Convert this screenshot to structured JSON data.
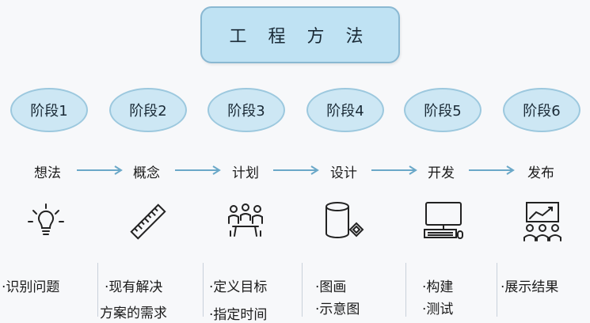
{
  "title": "工 程 方 法",
  "stages": [
    {
      "label": "阶段1",
      "step": "想法",
      "icon": "lightbulb-icon",
      "tasks": [
        "·识别问题"
      ]
    },
    {
      "label": "阶段2",
      "step": "概念",
      "icon": "ruler-icon",
      "tasks": [
        "·现有解决",
        "方案的需求"
      ]
    },
    {
      "label": "阶段3",
      "step": "计划",
      "icon": "team-meeting-icon",
      "tasks": [
        "·定义目标",
        "·指定时间"
      ]
    },
    {
      "label": "阶段4",
      "step": "设计",
      "icon": "cylinder-cube-icon",
      "tasks": [
        "·图画",
        "·示意图"
      ]
    },
    {
      "label": "阶段5",
      "step": "开发",
      "icon": "computer-icon",
      "tasks": [
        "·构建",
        "·测试"
      ]
    },
    {
      "label": "阶段6",
      "step": "发布",
      "icon": "presentation-icon",
      "tasks": [
        "·展示结果"
      ]
    }
  ],
  "colors": {
    "ellipse_fill": "#cde7f4",
    "title_fill": "#bfe2f3",
    "arrow": "#6aa8c8"
  }
}
